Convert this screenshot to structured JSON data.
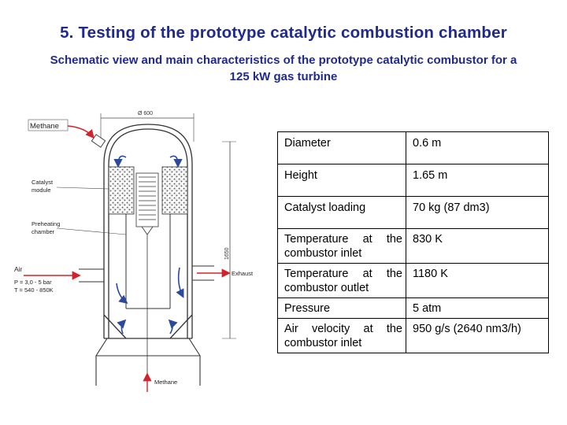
{
  "title": "5. Testing of the prototype catalytic combustion chamber",
  "subtitle": "Schematic view and main characteristics of the prototype catalytic combustor for a  125 kW gas turbine",
  "diagram": {
    "dimension_diameter": "Ø 600",
    "dimension_height": "1650",
    "label_methane_top": "Methane",
    "label_catalyst_line1": "Catalyst",
    "label_catalyst_line2": "module",
    "label_preheating_line1": "Preheating",
    "label_preheating_line2": "chamber",
    "label_air": "Air",
    "label_pressure": "P = 3,0 - 5 bar",
    "label_temperature": "T = 540 - 850K",
    "label_exhaust": "Exhaust",
    "label_methane_bottom": "Methane",
    "arrow_color": "#d2232a",
    "flow_arrow_color": "#2b4a9b"
  },
  "specs": [
    {
      "name": "Diameter",
      "value": "0.6 m"
    },
    {
      "name": "Height",
      "value": "1.65 m"
    },
    {
      "name": "Catalyst loading",
      "value": "70 kg (87 dm3)"
    },
    {
      "name": "Temperature at the combustor inlet",
      "value": "830 K"
    },
    {
      "name": "Temperature at the combustor outlet",
      "value": "1180 K"
    },
    {
      "name": "Pressure",
      "value": "5 atm"
    },
    {
      "name": "Air velocity at the combustor inlet",
      "value": "950 g/s (2640 nm3/h)"
    }
  ]
}
